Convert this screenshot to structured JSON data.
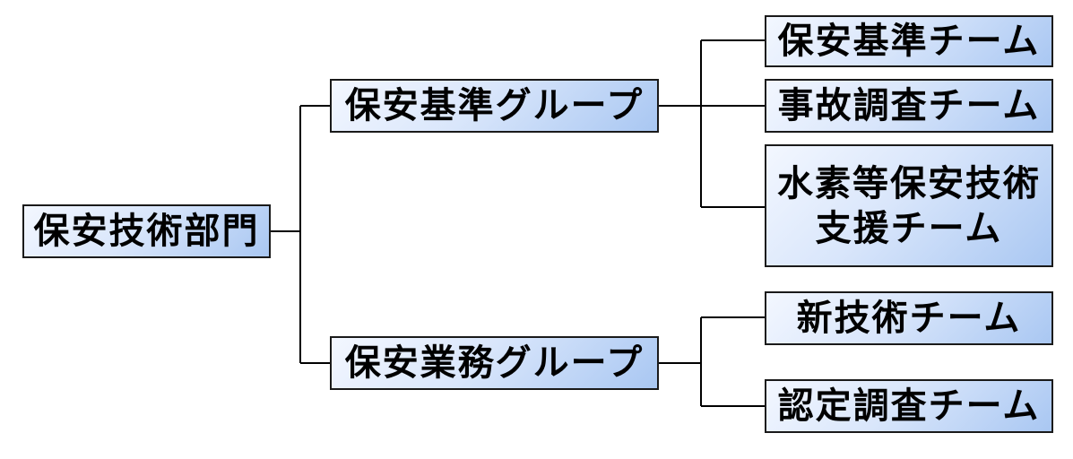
{
  "root": {
    "label": "保安技術部門"
  },
  "groups": [
    {
      "label": "保安基準グループ",
      "teams": [
        {
          "lines": [
            "保安基準チーム"
          ]
        },
        {
          "lines": [
            "事故調査チーム"
          ]
        },
        {
          "lines": [
            "水素等保安技術",
            "支援チーム"
          ]
        }
      ]
    },
    {
      "label": "保安業務グループ",
      "teams": [
        {
          "lines": [
            "新技術チーム"
          ]
        },
        {
          "lines": [
            "認定調査チーム"
          ]
        }
      ]
    }
  ],
  "colors": {
    "box_fill_light": "#f3f7ff",
    "box_fill_dark": "#a9c7f2",
    "border": "#1a1a1a",
    "connector": "#000000"
  }
}
